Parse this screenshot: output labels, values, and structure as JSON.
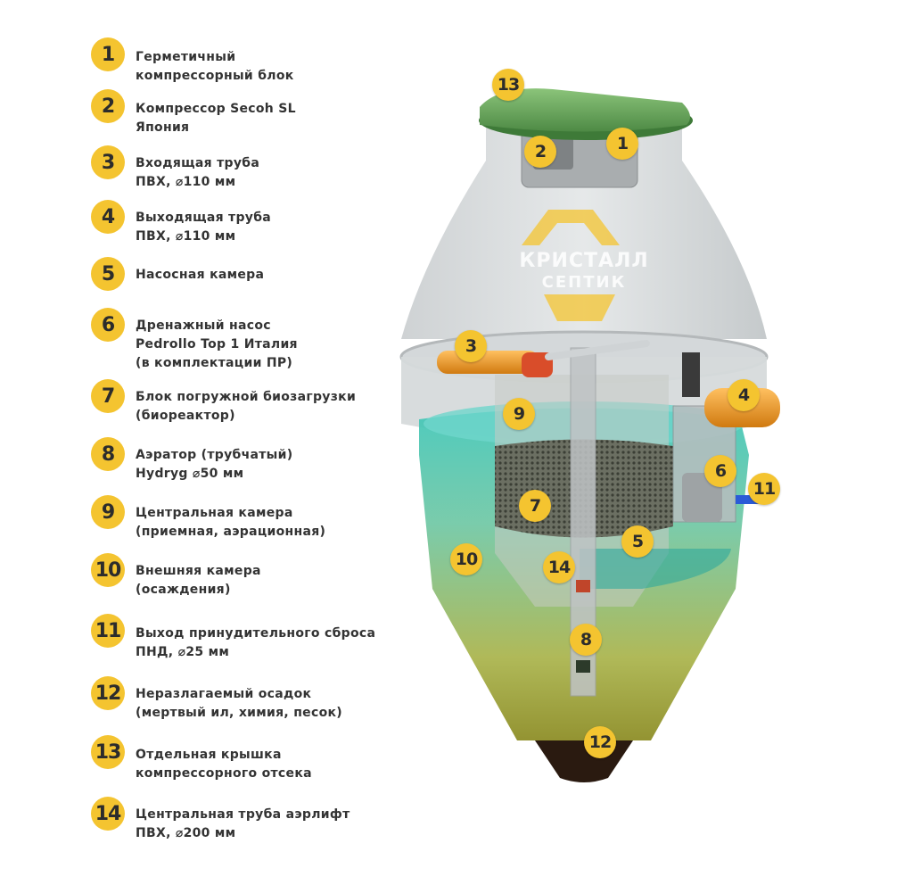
{
  "colors": {
    "badge": "#f4c430",
    "lid": "#6fa862",
    "pipe": "#f0a030",
    "water": "#3fc6b8",
    "sludge": "#2a1a10"
  },
  "legend": [
    {
      "num": "1",
      "text": "Герметичный\nкомпрессорный блок"
    },
    {
      "num": "2",
      "text": "Компрессор Secoh SL\nЯпония"
    },
    {
      "num": "3",
      "text": "Входящая труба\nПВХ, ⌀110 мм"
    },
    {
      "num": "4",
      "text": "Выходящая труба\nПВХ, ⌀110 мм"
    },
    {
      "num": "5",
      "text": "Насосная камера"
    },
    {
      "num": "6",
      "text": "Дренажный насос\nPedrollo Top 1 Италия\n(в комплектации ПР)"
    },
    {
      "num": "7",
      "text": "Блок погружной биозагрузки\n(биореактор)"
    },
    {
      "num": "8",
      "text": "Аэратор (трубчатый)\nHydryg ⌀50 мм"
    },
    {
      "num": "9",
      "text": "Центральная камера\n(приемная, аэрационная)"
    },
    {
      "num": "10",
      "text": "Внешняя камера\n(осаждения)"
    },
    {
      "num": "11",
      "text": "Выход принудительного сброса\nПНД, ⌀25 мм"
    },
    {
      "num": "12",
      "text": "Неразлагаемый осадок\n(мертвый ил, химия, песок)"
    },
    {
      "num": "13",
      "text": "Отдельная крышка\nкомпрессорного отсека"
    },
    {
      "num": "14",
      "text": "Центральная труба аэрлифт\nПВХ, ⌀200 мм"
    }
  ],
  "brand": {
    "line1": "КРИСТАЛЛ",
    "line2": "СЕПТИК"
  },
  "callouts": [
    {
      "num": "1"
    },
    {
      "num": "2"
    },
    {
      "num": "3"
    },
    {
      "num": "4"
    },
    {
      "num": "5"
    },
    {
      "num": "6"
    },
    {
      "num": "7"
    },
    {
      "num": "8"
    },
    {
      "num": "9"
    },
    {
      "num": "10"
    },
    {
      "num": "11"
    },
    {
      "num": "12"
    },
    {
      "num": "13"
    },
    {
      "num": "14"
    }
  ]
}
